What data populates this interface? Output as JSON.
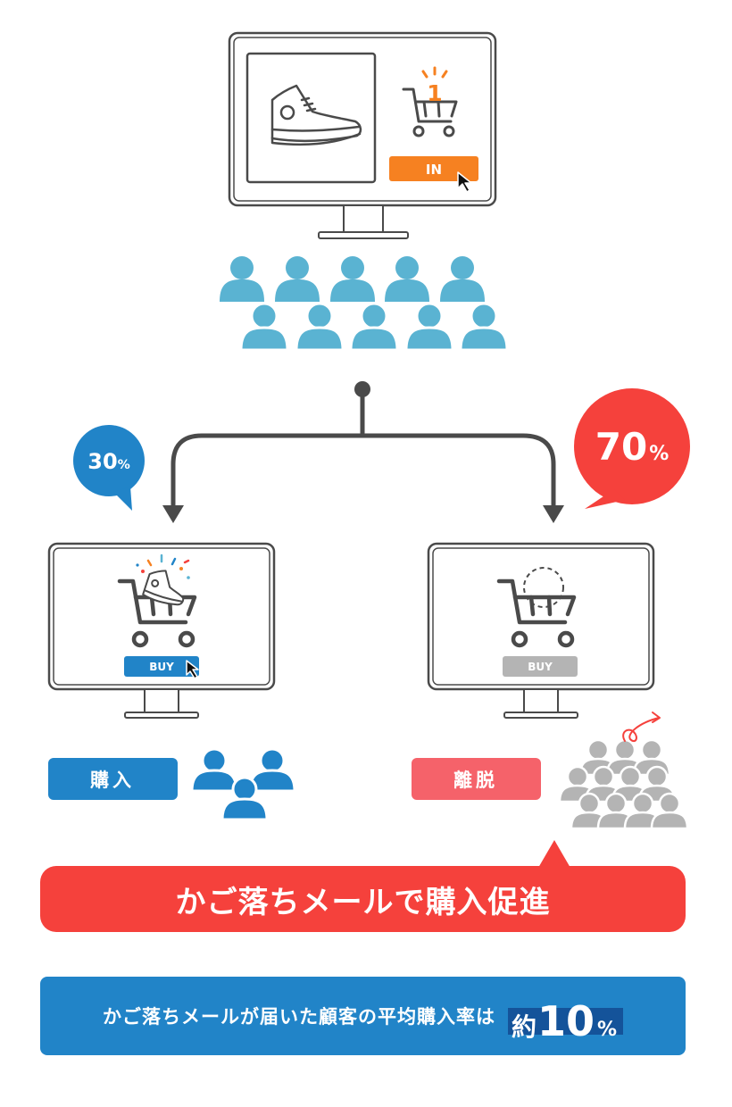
{
  "top_screen": {
    "button_label": "IN",
    "cart_count": "1"
  },
  "left_branch": {
    "percent_value": "30",
    "percent_unit": "%",
    "button_label": "BUY",
    "tag_label": "購入"
  },
  "right_branch": {
    "percent_value": "70",
    "percent_unit": "%",
    "button_label": "BUY",
    "tag_label": "離脱"
  },
  "banner_red": {
    "text": "かご落ちメールで購入促進"
  },
  "banner_blue": {
    "text": "かご落ちメールが届いた顧客の平均購入率は",
    "emphasis_prefix": "約",
    "emphasis_number": "10",
    "emphasis_unit": "%"
  },
  "colors": {
    "orange": "#f68121",
    "blue": "#2184c8",
    "light_blue": "#5ab3d2",
    "red": "#f5413c",
    "gray": "#b4b4b4",
    "outline": "#4a4a4a"
  }
}
